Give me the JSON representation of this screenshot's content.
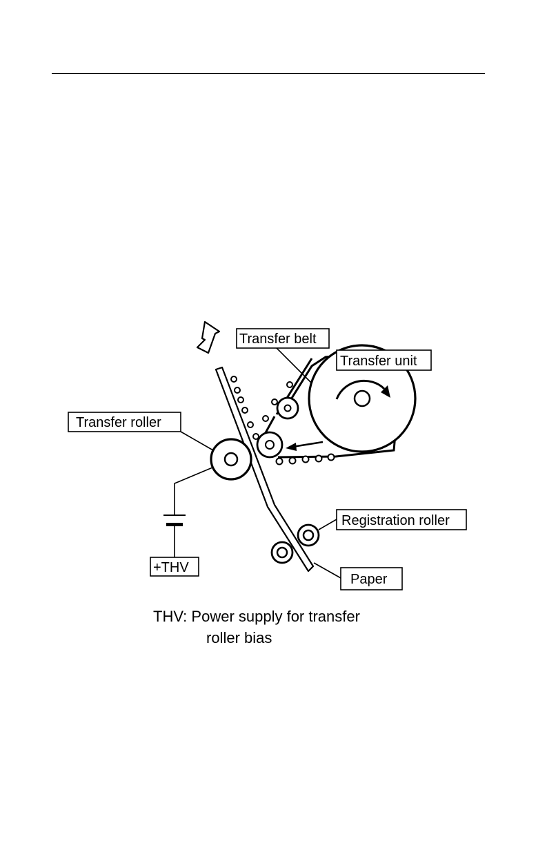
{
  "diagram": {
    "labels": {
      "transfer_belt": "Transfer belt",
      "transfer_unit": "Transfer unit",
      "transfer_roller": "Transfer roller",
      "registration_roller": "Registration roller",
      "thv": "+THV",
      "paper": "Paper"
    },
    "caption": {
      "line1": "THV: Power supply for transfer",
      "line2": "roller bias"
    }
  },
  "colors": {
    "ink": "#000000",
    "background": "#ffffff"
  }
}
